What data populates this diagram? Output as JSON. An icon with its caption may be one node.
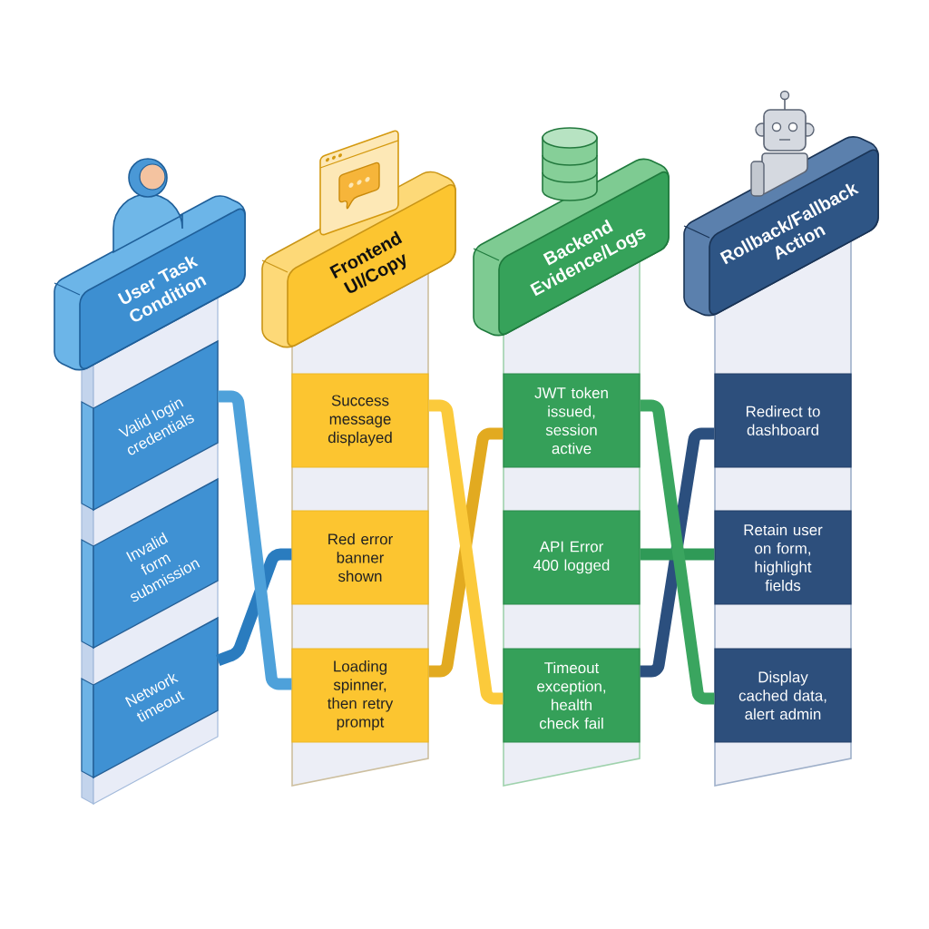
{
  "diagram": {
    "nodes": [
      {
        "text": [
          "User Task Condition"
        ]
      },
      {
        "text": [
          "Valid login credentials"
        ]
      },
      {
        "text": [
          "Invalid form submission"
        ]
      },
      {
        "text": [
          "Network timeout"
        ]
      },
      {
        "text": [
          "Frontend UI/Copy"
        ]
      },
      {
        "text": [
          "Success message displayed"
        ]
      },
      {
        "text": [
          "Red error banner shown"
        ]
      },
      {
        "text": [
          "Loading spinner, then retry prompt"
        ]
      },
      {
        "text": [
          "Backend Evidence/Logs"
        ]
      },
      {
        "text": [
          "JWT token issued, session active"
        ]
      },
      {
        "text": [
          "API Error 400 logged"
        ]
      },
      {
        "text": [
          "Timeout exception, health check fail"
        ]
      },
      {
        "text": [
          "Rollback/Fallback Action"
        ]
      },
      {
        "text": [
          "Redirect to dashboard"
        ]
      },
      {
        "text": [
          "Retain user on form, highlight fields"
        ]
      },
      {
        "text": [
          "Display cached data, alert admin"
        ]
      }
    ],
    "edges": [
      {
        "from": 3,
        "to": 6,
        "arrow": "none",
        "color": "#2a7cbf"
      },
      {
        "from": 1,
        "to": 7,
        "arrow": "none",
        "color": "#4ea1da"
      },
      {
        "from": 7,
        "to": 9,
        "arrow": "none",
        "color": "#e2aa20"
      },
      {
        "from": 5,
        "to": 11,
        "arrow": "none",
        "color": "#fbca3b"
      },
      {
        "from": 11,
        "to": 13,
        "arrow": "none",
        "color": "#2b4f7e"
      },
      {
        "from": 10,
        "to": 14,
        "arrow": "none",
        "color": "#2f9a57"
      },
      {
        "from": 9,
        "to": 15,
        "arrow": "none",
        "color": "#3aa55f"
      }
    ]
  }
}
